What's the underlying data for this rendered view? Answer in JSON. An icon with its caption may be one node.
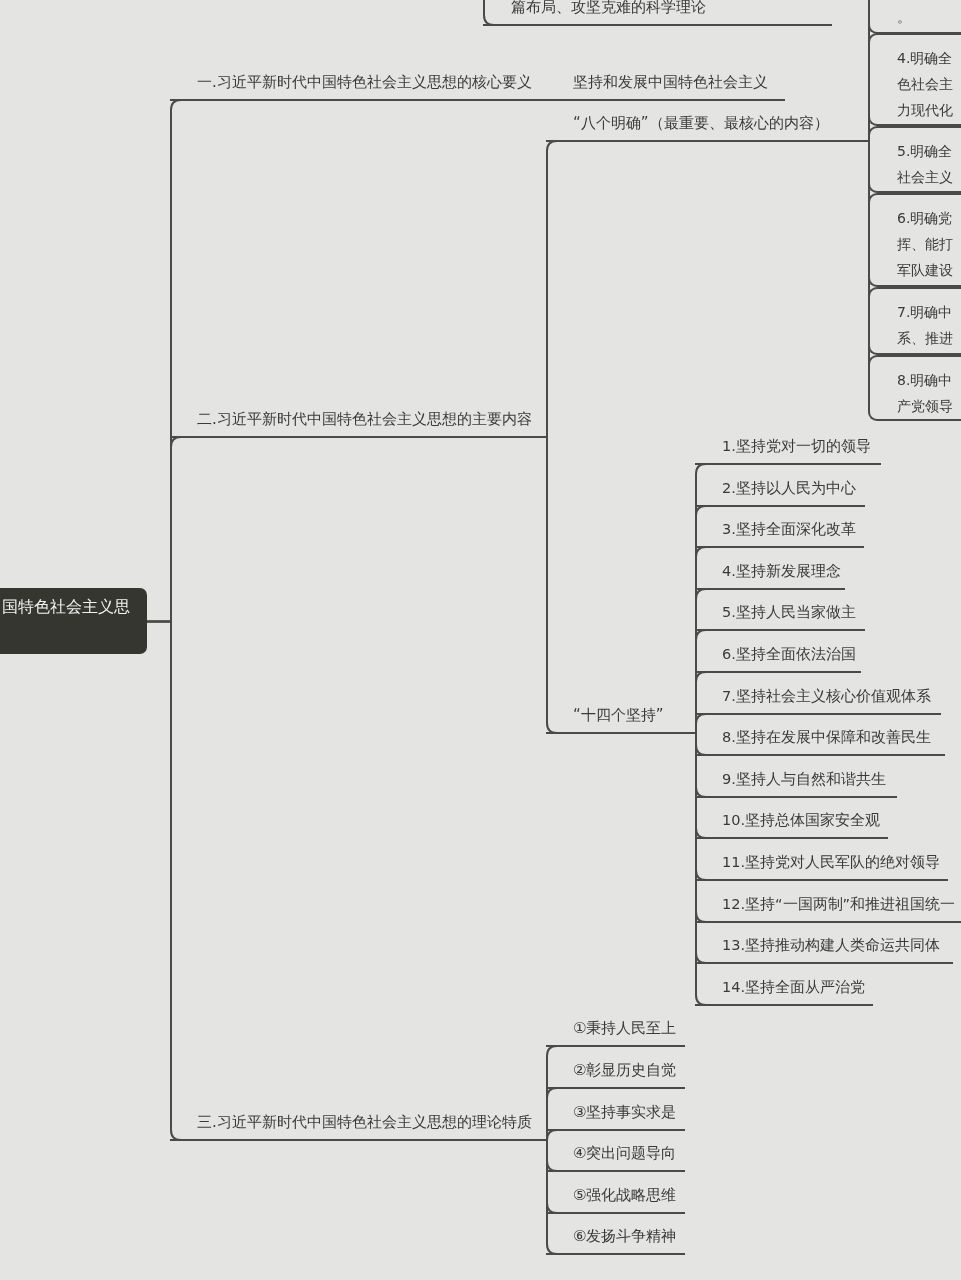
{
  "diagram": {
    "nodes": [
      {
        "text": [
          "国特色社会主义思"
        ]
      },
      {
        "text": [
          "篇布局、攻坚克难的科学理论"
        ]
      },
      {
        "text": [
          "一.习近平新时代中国特色社会主义思想的核心要义"
        ]
      },
      {
        "text": [
          "坚持和发展中国特色社会主义"
        ]
      },
      {
        "text": [
          "二.习近平新时代中国特色社会主义思想的主要内容"
        ]
      },
      {
        "text": [
          "“八个明确”（最重要、最核心的内容）"
        ]
      },
      {
        "text": [
          "。"
        ]
      },
      {
        "text": [
          "4.明确全色社会主力现代化"
        ]
      },
      {
        "text": [
          "5.明确全社会主义"
        ]
      },
      {
        "text": [
          "6.明确党挥、能打军队建设"
        ]
      },
      {
        "text": [
          "7.明确中系、推进"
        ]
      },
      {
        "text": [
          "8.明确中产党领导"
        ]
      },
      {
        "text": [
          "“十四个坚持”"
        ]
      },
      {
        "text": [
          "1.坚持党对一切的领导"
        ]
      },
      {
        "text": [
          "2.坚持以人民为中心"
        ]
      },
      {
        "text": [
          "3.坚持全面深化改革"
        ]
      },
      {
        "text": [
          "4.坚持新发展理念"
        ]
      },
      {
        "text": [
          "5.坚持人民当家做主"
        ]
      },
      {
        "text": [
          "6.坚持全面依法治国"
        ]
      },
      {
        "text": [
          "7.坚持社会主义核心价值观体系"
        ]
      },
      {
        "text": [
          "8.坚持在发展中保障和改善民生"
        ]
      },
      {
        "text": [
          "9.坚持人与自然和谐共生"
        ]
      },
      {
        "text": [
          "10.坚持总体国家安全观"
        ]
      },
      {
        "text": [
          "11.坚持党对人民军队的绝对领导"
        ]
      },
      {
        "text": [
          "12.坚持“一国两制”和推进祖国统一"
        ]
      },
      {
        "text": [
          "13.坚持推动构建人类命运共同体"
        ]
      },
      {
        "text": [
          "14.坚持全面从严治党"
        ]
      },
      {
        "text": [
          "三.习近平新时代中国特色社会主义思想的理论特质"
        ]
      },
      {
        "text": [
          "①秉持人民至上"
        ]
      },
      {
        "text": [
          "②彰显历史自觉"
        ]
      },
      {
        "text": [
          "③坚持事实求是"
        ]
      },
      {
        "text": [
          "④突出问题导向"
        ]
      },
      {
        "text": [
          "⑤强化战略思维"
        ]
      },
      {
        "text": [
          "⑥发扬斗争精神"
        ]
      }
    ],
    "edges": [
      {
        "from": null,
        "to": 1,
        "arrow": "none"
      },
      {
        "from": 0,
        "to": 2,
        "arrow": "none"
      },
      {
        "from": 0,
        "to": 4,
        "arrow": "none"
      },
      {
        "from": 0,
        "to": 27,
        "arrow": "none"
      },
      {
        "from": 2,
        "to": 3,
        "arrow": "none"
      },
      {
        "from": 4,
        "to": 5,
        "arrow": "none"
      },
      {
        "from": 4,
        "to": 12,
        "arrow": "none"
      },
      {
        "from": 5,
        "to": 6,
        "arrow": "none"
      },
      {
        "from": 5,
        "to": 7,
        "arrow": "none"
      },
      {
        "from": 5,
        "to": 8,
        "arrow": "none"
      },
      {
        "from": 5,
        "to": 9,
        "arrow": "none"
      },
      {
        "from": 5,
        "to": 10,
        "arrow": "none"
      },
      {
        "from": 5,
        "to": 11,
        "arrow": "none"
      },
      {
        "from": 12,
        "to": 13,
        "arrow": "none"
      },
      {
        "from": 12,
        "to": 14,
        "arrow": "none"
      },
      {
        "from": 12,
        "to": 15,
        "arrow": "none"
      },
      {
        "from": 12,
        "to": 16,
        "arrow": "none"
      },
      {
        "from": 12,
        "to": 17,
        "arrow": "none"
      },
      {
        "from": 12,
        "to": 18,
        "arrow": "none"
      },
      {
        "from": 12,
        "to": 19,
        "arrow": "none"
      },
      {
        "from": 12,
        "to": 20,
        "arrow": "none"
      },
      {
        "from": 12,
        "to": 21,
        "arrow": "none"
      },
      {
        "from": 12,
        "to": 22,
        "arrow": "none"
      },
      {
        "from": 12,
        "to": 23,
        "arrow": "none"
      },
      {
        "from": 12,
        "to": 24,
        "arrow": "none"
      },
      {
        "from": 12,
        "to": 25,
        "arrow": "none"
      },
      {
        "from": 12,
        "to": 26,
        "arrow": "none"
      },
      {
        "from": 27,
        "to": 28,
        "arrow": "none"
      },
      {
        "from": 27,
        "to": 29,
        "arrow": "none"
      },
      {
        "from": 27,
        "to": 30,
        "arrow": "none"
      },
      {
        "from": 27,
        "to": 31,
        "arrow": "none"
      },
      {
        "from": 27,
        "to": 32,
        "arrow": "none"
      },
      {
        "from": 27,
        "to": 33,
        "arrow": "none"
      }
    ]
  }
}
